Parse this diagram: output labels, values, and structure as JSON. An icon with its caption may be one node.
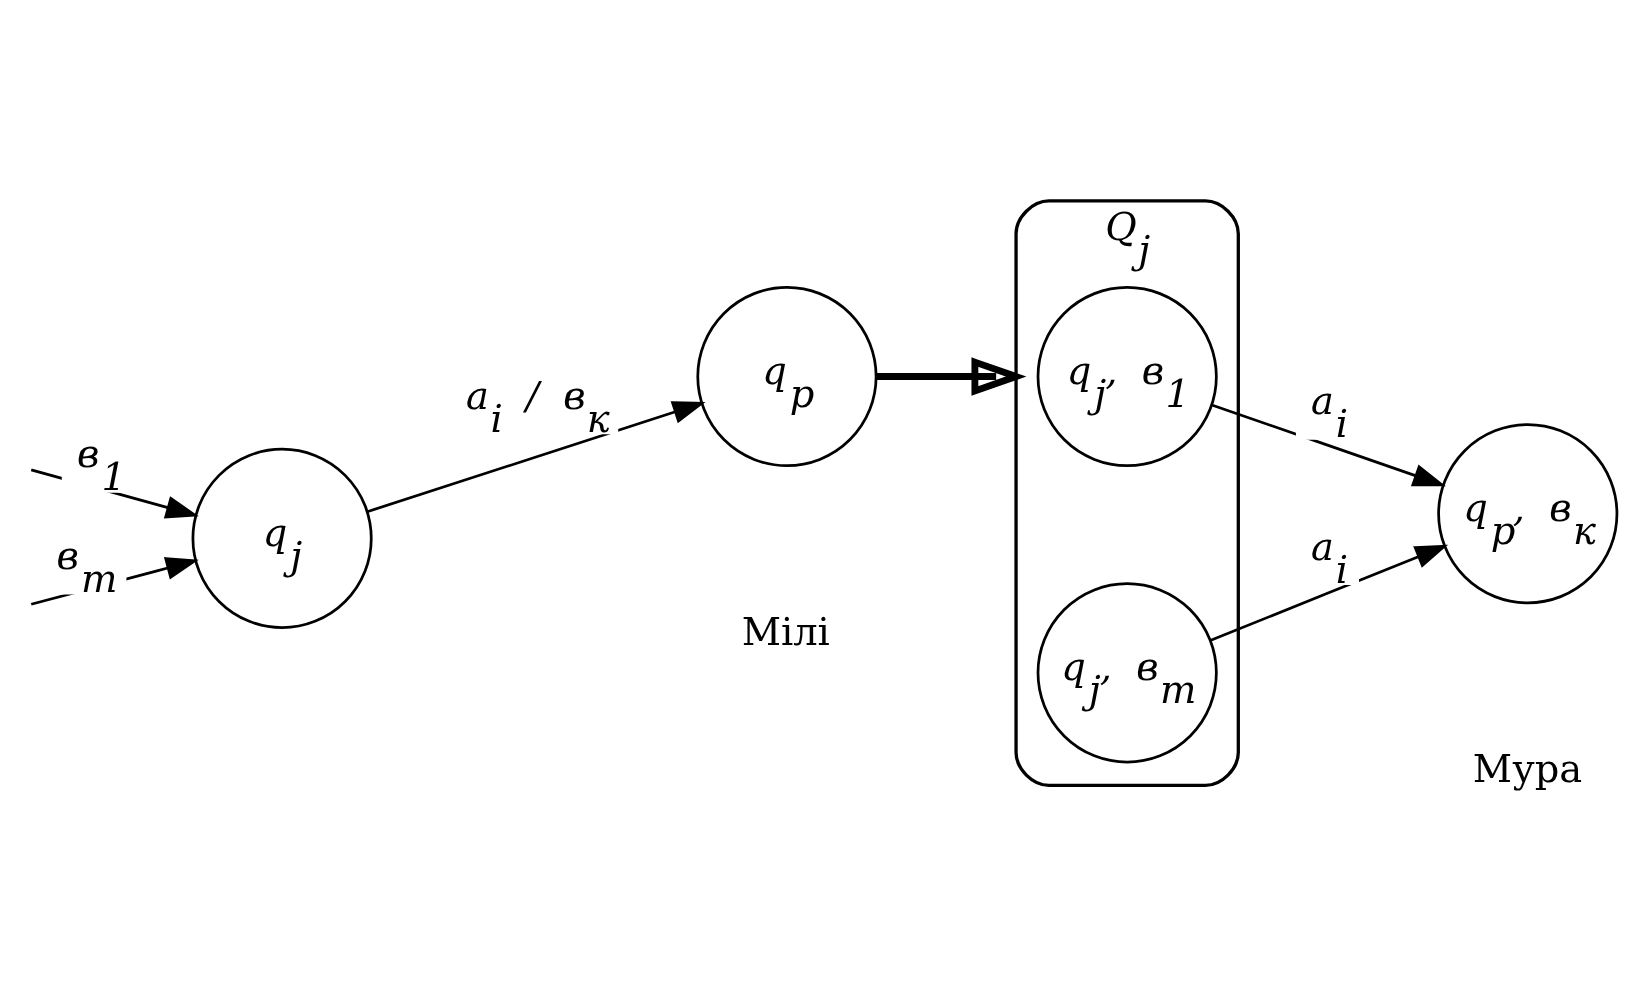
{
  "diagram": {
    "nodes": [
      {
        "text": [
          "q$_{j}$"
        ]
      },
      {
        "text": [
          "q$_{p}$"
        ]
      },
      {
        "text": [
          "Q$_{j}$"
        ]
      },
      {
        "text": [
          "q$_{j}$, в$_{1}$"
        ],
        "in": 2
      },
      {
        "text": [
          "q$_{j}$, в$_{m}$"
        ],
        "in": 2
      },
      {
        "text": [
          "q$_{p}$, в$_{к}$"
        ]
      }
    ],
    "edges": [
      {
        "from": null,
        "to": 0,
        "arrow": "to",
        "label": "в$_{1}$"
      },
      {
        "from": null,
        "to": 0,
        "arrow": "to",
        "label": "в$_{m}$"
      },
      {
        "from": 0,
        "to": 1,
        "arrow": "to",
        "label": "a$_{i}$ / в$_{к}$"
      },
      {
        "from": 1,
        "to": 2,
        "arrow": "to",
        "style": "thick"
      },
      {
        "from": 3,
        "to": 5,
        "arrow": "to",
        "label": "a$_{i}$"
      },
      {
        "from": 4,
        "to": 5,
        "arrow": "to",
        "label": "a$_{i}$"
      }
    ],
    "labels": [
      "Мілі",
      "Мура"
    ]
  }
}
